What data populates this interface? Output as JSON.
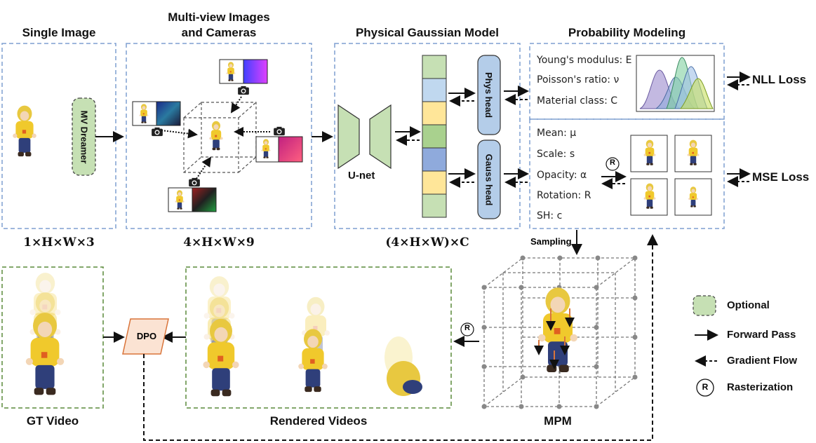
{
  "titles": {
    "single_image": "Single Image",
    "multiview_line1": "Multi-view Images",
    "multiview_line2": "and Cameras",
    "physical_gaussian": "Physical Gaussian Model",
    "probability_modeling": "Probability Modeling",
    "gt_video": "GT Video",
    "rendered_videos": "Rendered Videos",
    "mpm": "MPM"
  },
  "dims": {
    "single": "1×H×W×3",
    "multiview": "4×H×W×9",
    "gaussian": "(4×H×W)×C"
  },
  "blocks": {
    "mv_dreamer": "MV Dreamer",
    "unet": "U-net",
    "phys_head": "Phys head",
    "gauss_head": "Gauss head",
    "dpo": "DPO",
    "sampling": "Sampling",
    "rasterization_symbol": "R"
  },
  "phys_params": {
    "young": "Young's modulus: E",
    "poisson": "Poisson's ratio: ν",
    "material": "Material class: C"
  },
  "gauss_params": {
    "mean": "Mean: μ",
    "scale": "Scale: s",
    "opacity": "Opacity: α",
    "rotation": "Rotation: R",
    "sh": "SH: c"
  },
  "losses": {
    "nll": "NLL Loss",
    "mse": "MSE Loss"
  },
  "legend": {
    "optional": "Optional",
    "forward": "Forward Pass",
    "gradient": "Gradient Flow",
    "rasterization": "Rasterization"
  },
  "colors": {
    "dashed_box": "#7f9fd0",
    "green_box": "#5a8a3a",
    "optional_fill": "#c6e0b4",
    "head_fill": "#b4cde9",
    "dpo_fill": "#fbe3d3",
    "dpo_stroke": "#d9743a",
    "bar_colors": [
      "#c6e0b4",
      "#c0d8ef",
      "#ffe699",
      "#a9d18e",
      "#8faadc",
      "#ffe699",
      "#c6e0b4"
    ]
  }
}
